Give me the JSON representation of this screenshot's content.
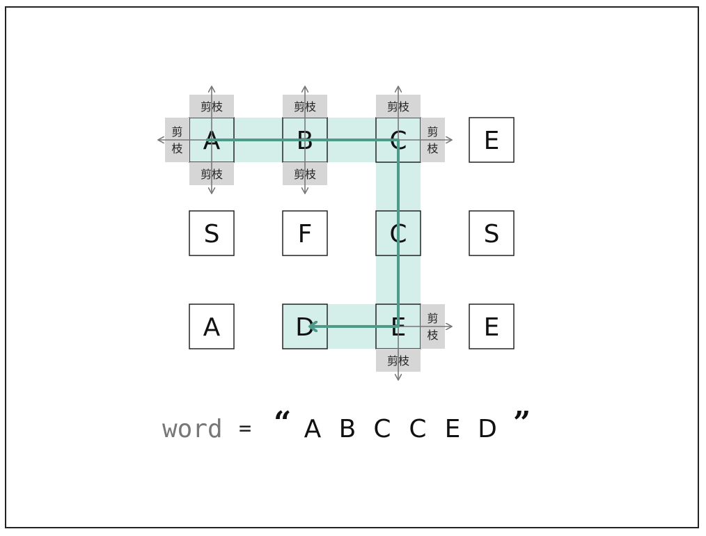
{
  "grid": {
    "rows": [
      [
        "A",
        "B",
        "C",
        "E"
      ],
      [
        "S",
        "F",
        "C",
        "S"
      ],
      [
        "A",
        "D",
        "E",
        "E"
      ]
    ]
  },
  "path": [
    [
      0,
      0
    ],
    [
      0,
      1
    ],
    [
      0,
      2
    ],
    [
      1,
      2
    ],
    [
      2,
      2
    ],
    [
      2,
      1
    ]
  ],
  "prune_label": "剪枝",
  "prune_top_chars": [
    "剪",
    "枝"
  ],
  "prunes": [
    {
      "cell": [
        0,
        0
      ],
      "dir": "up"
    },
    {
      "cell": [
        0,
        0
      ],
      "dir": "left"
    },
    {
      "cell": [
        0,
        0
      ],
      "dir": "down"
    },
    {
      "cell": [
        0,
        1
      ],
      "dir": "up"
    },
    {
      "cell": [
        0,
        1
      ],
      "dir": "down"
    },
    {
      "cell": [
        0,
        2
      ],
      "dir": "up"
    },
    {
      "cell": [
        0,
        2
      ],
      "dir": "right"
    },
    {
      "cell": [
        2,
        2
      ],
      "dir": "right"
    },
    {
      "cell": [
        2,
        2
      ],
      "dir": "down"
    }
  ],
  "word": {
    "label": "word",
    "equals": "=",
    "open_quote": "“",
    "letters": [
      "A",
      "B",
      "C",
      "C",
      "E",
      "D"
    ],
    "close_quote": "”"
  },
  "colors": {
    "highlight": "#d4efe9",
    "path": "#4e9a8a",
    "prune_bg": "#d6d6d6",
    "arrow": "#777777"
  }
}
